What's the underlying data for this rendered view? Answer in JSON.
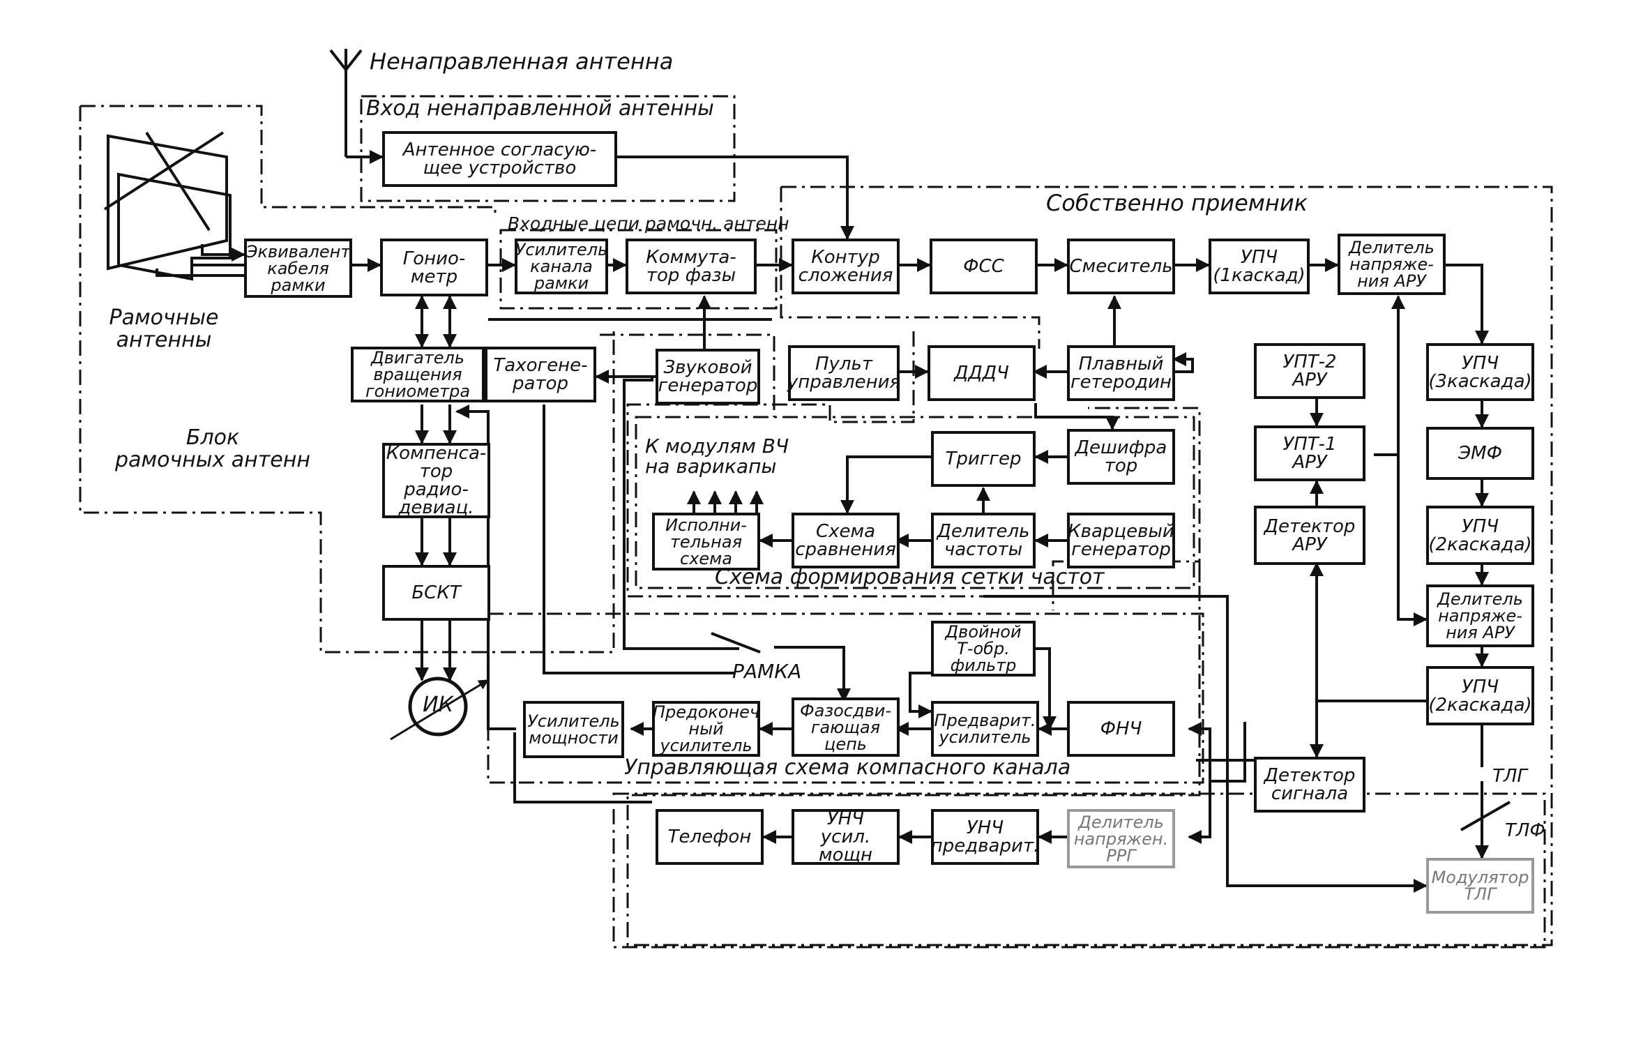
{
  "labels": {
    "omni_antenna": "Ненаправленная антенна",
    "omni_input": "Вход ненаправленной антенны",
    "loop_antennas": "Рамочные\nантенны",
    "loop_block": "Блок\nрамочных антенн",
    "loop_input_circuits": "Входные цепи рамочн. антенн",
    "receiver_proper": "Собственно   приемник",
    "to_hf_modules": "К модулям ВЧ\nна варикапы",
    "freq_grid_circuit": "Схема формирования   сетки   частот",
    "frame_switch": "РАМКА",
    "compass_circuit": "Управляющая схема компасного канала",
    "tlg": "ТЛГ",
    "tlf": "ТЛФ"
  },
  "blocks": {
    "matching": "Антенное согласую-\nщее устройство",
    "cable_eq": "Эквивалент\nкабеля\nрамки",
    "goniometer": "Гонио-\nметр",
    "loop_amp": "Усилитель\nканала\nрамки",
    "phase_switch": "Коммута-\nтор фазы",
    "sum_circuit": "Контур\nсложения",
    "fss": "ФСС",
    "mixer": "Смеситель",
    "if1": "УПЧ\n(1каскад)",
    "agc_div1": "Делитель\nнапряже-\nния АРУ",
    "gonio_motor": "Двигатель\nвращения\nгониометра",
    "tachogen": "Тахогене-\nратор",
    "audio_gen": "Звуковой\nгенератор",
    "control_panel": "Пульт\nуправления",
    "dddch": "ДДДЧ",
    "vfo": "Плавный\nгетеродин",
    "upt2": "УПТ-2\nАРУ",
    "if3": "УПЧ\n(3каскада)",
    "trigger": "Триггер",
    "decoder": "Дешифра\nтор",
    "upt1": "УПТ-1\nАРУ",
    "emf": "ЭМФ",
    "radiodev_comp": "Компенса-\nтор радио-\nдевиац.",
    "executive": "Исполни-\nтельная\nсхема",
    "comparator": "Схема\nсравнения",
    "freq_div": "Делитель\nчастоты",
    "crystal_osc": "Кварцевый\nгенератор",
    "agc_det": "Детектор\nАРУ",
    "if2a": "УПЧ\n(2каскада)",
    "agc_div2": "Делитель\nнапряже-\nния АРУ",
    "bskt": "БСКТ",
    "twin_t": "Двойной\nТ-обр.\nфильтр",
    "ik": "ИК",
    "if2b": "УПЧ\n(2каскада)",
    "power_amp": "Усилитель\nмощности",
    "pre_final": "Предоконеч\nный\nусилитель",
    "phase_shift": "Фазосдви-\nгающая\nцепь",
    "preamp": "Предварит.\nусилитель",
    "lpf": "ФНЧ",
    "sig_det": "Детектор\nсигнала",
    "telephone": "Телефон",
    "af_power": "УНЧ\nусил. мощн",
    "af_pre": "УНЧ\nпредварит.",
    "rrg_div": "Делитель\nнапряжен.\nРРГ",
    "tlg_mod": "Модулятор\nТЛГ"
  }
}
